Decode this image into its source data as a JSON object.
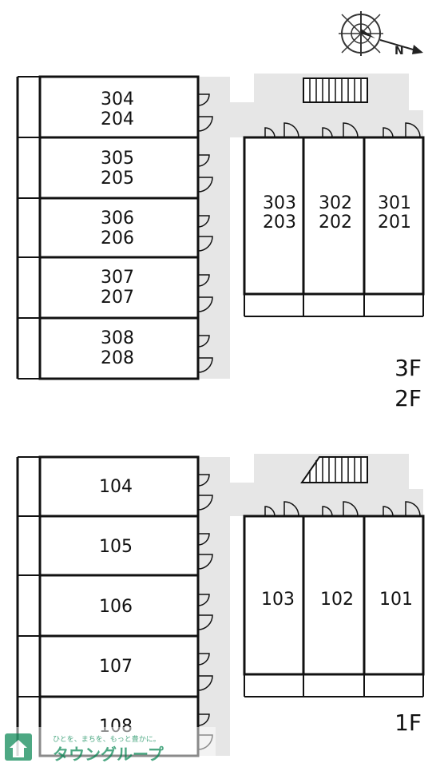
{
  "compass": {
    "north_label": "N"
  },
  "upper_plan": {
    "floor_labels": [
      "3F",
      "2F"
    ],
    "left_units": [
      {
        "top": "304",
        "bottom": "204"
      },
      {
        "top": "305",
        "bottom": "205"
      },
      {
        "top": "306",
        "bottom": "206"
      },
      {
        "top": "307",
        "bottom": "207"
      },
      {
        "top": "308",
        "bottom": "208"
      }
    ],
    "right_units": [
      {
        "top": "303",
        "bottom": "203"
      },
      {
        "top": "302",
        "bottom": "202"
      },
      {
        "top": "301",
        "bottom": "201"
      }
    ]
  },
  "lower_plan": {
    "floor_label": "1F",
    "left_units": [
      "104",
      "105",
      "106",
      "107",
      "108"
    ],
    "right_units": [
      "103",
      "102",
      "101"
    ]
  },
  "logo": {
    "tagline": "ひとを、まちを、もっと豊かに。",
    "name": "タウングループ"
  },
  "colors": {
    "corridor": "#e6e6e6",
    "wall": "#111111",
    "logo": "#2e9a6e"
  }
}
